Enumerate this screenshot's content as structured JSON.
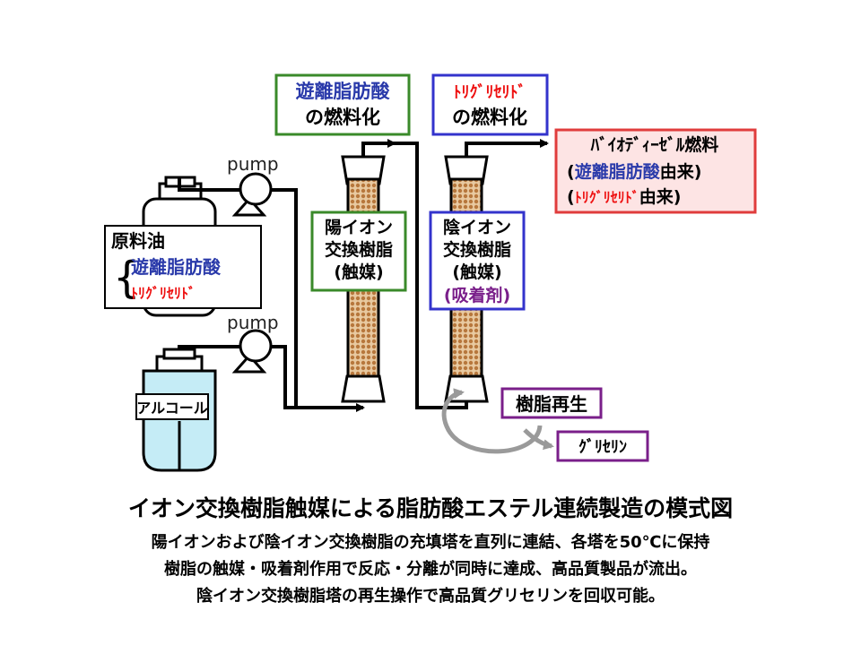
{
  "diagram": {
    "pump_label": "pump",
    "box_free_fa": {
      "line1": "遊離脂肪酸",
      "line2": "の燃料化"
    },
    "box_tg": {
      "line1": "ﾄﾘｸﾞﾘｾﾘﾄﾞ",
      "line2": "の燃料化"
    },
    "box_biodiesel": {
      "line1": "ﾊﾞｲｵﾃﾞｨｰｾﾞﾙ燃料",
      "line2_a": "(",
      "line2_b": "遊離脂肪酸",
      "line2_c": "由来)",
      "line3_a": "(",
      "line3_b": "ﾄﾘｸﾞﾘｾﾘﾄﾞ",
      "line3_c": "由来)"
    },
    "feedstock": {
      "title": "原料油",
      "item1": "遊離脂肪酸",
      "item2": "ﾄﾘｸﾞﾘｾﾘﾄﾞ"
    },
    "alcohol": "アルコール",
    "cation_box": {
      "line1": "陽イオン",
      "line2": "交換樹脂",
      "line3": "(触媒)"
    },
    "anion_box": {
      "line1": "陰イオン",
      "line2": "交換樹脂",
      "line3": "(触媒)",
      "line4": "(吸着剤)"
    },
    "regen": "樹脂再生",
    "glycerin": "ｸﾞﾘｾﾘﾝ"
  },
  "captions": {
    "title": "イオン交換樹脂触媒による脂肪酸エステル連続製造の模式図",
    "line1": "陽イオンおよび陰イオン交換樹脂の充填塔を直列に連結、各塔を50℃に保持",
    "line2": "樹脂の触媒・吸着剤作用で反応・分離が同時に達成、高品質製品が流出。",
    "line3": "陰イオン交換樹脂塔の再生操作で高品質グリセリンを回収可能。"
  },
  "colors": {
    "green": "#3a8a2a",
    "blue": "#3333cc",
    "red_border": "#e03c3c",
    "red_fill": "#fde4e4",
    "purple": "#7a1f8a",
    "tg_red": "#ee1111",
    "tank_blue": "#c5ecf6",
    "resin": "#c8884a"
  }
}
